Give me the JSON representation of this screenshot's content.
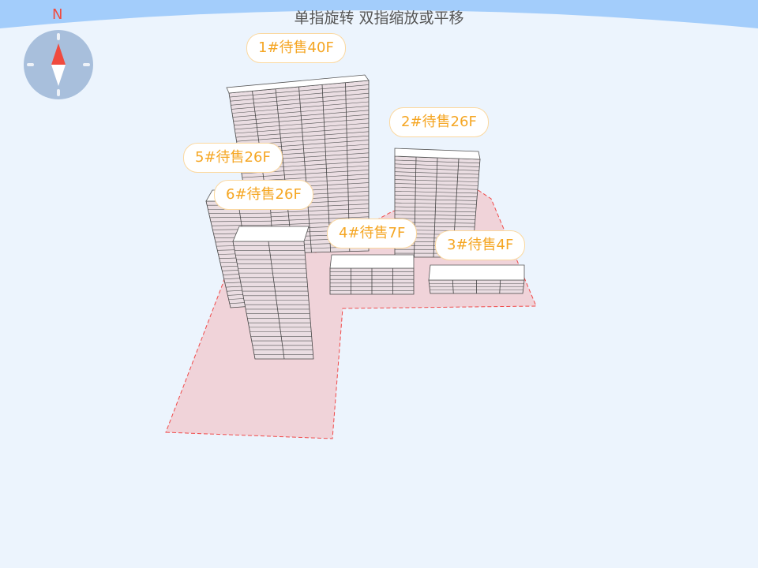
{
  "header": {
    "hint": "单指旋转 双指缩放或平移"
  },
  "compass": {
    "north_label": "N",
    "icon": "compass-icon"
  },
  "buildings": [
    {
      "id": "1",
      "label": "1#待售40F",
      "floors": 40
    },
    {
      "id": "2",
      "label": "2#待售26F",
      "floors": 26
    },
    {
      "id": "5",
      "label": "5#待售26F",
      "floors": 26
    },
    {
      "id": "6",
      "label": "6#待售26F",
      "floors": 26
    },
    {
      "id": "4",
      "label": "4#待售7F",
      "floors": 7
    },
    {
      "id": "3",
      "label": "3#待售4F",
      "floors": 4
    }
  ],
  "colors": {
    "sky": "#a3cdfb",
    "background": "#ecf4fd",
    "site": "#f0d3d9",
    "site_border": "#f04a4a",
    "label_text": "#f5a623",
    "facade": "#eadde2"
  }
}
